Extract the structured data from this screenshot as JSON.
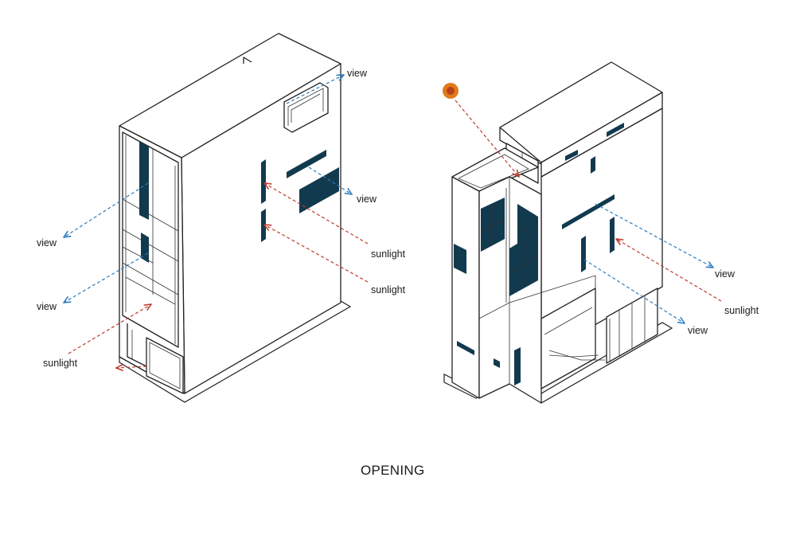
{
  "caption": "OPENING",
  "labels": {
    "view": "view",
    "sunlight": "sunlight"
  },
  "colors": {
    "view_arrow": "#2b7bbf",
    "sun_arrow": "#c0392b",
    "window": "#123a4f",
    "sun_fill": "#e07a1a",
    "sun_core": "#b5421a"
  }
}
